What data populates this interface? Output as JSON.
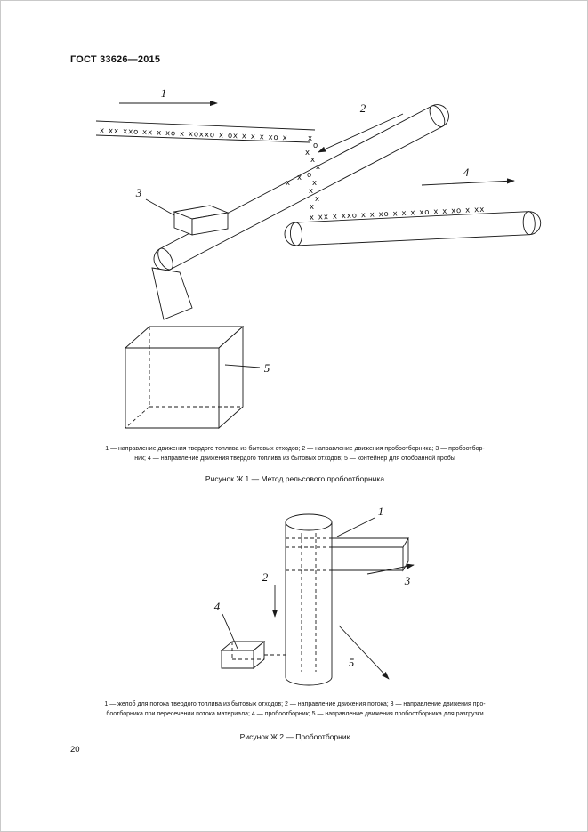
{
  "page": {
    "header": "ГОСТ 33626—2015",
    "number": "20"
  },
  "fig1": {
    "labels": {
      "n1": "1",
      "n2": "2",
      "n3": "3",
      "n4": "4",
      "n5": "5"
    },
    "material_top": "x xx xxo xx x xo x xoxxo x ox x x x xo x",
    "material_right": "x xx x xxo x x xo x x x xo x x xo x xx",
    "gx": "x",
    "go": "o",
    "caption1": "1 — направление движения твердого топлива из бытовых отходов; 2 — направление движения пробоотборника; 3 — пробоотбор-",
    "caption2": "ник; 4 — направление движения твердого топлива из бытовых отходов; 5 — контейнер для отобранной пробы",
    "title": "Рисунок Ж.1 — Метод рельсового пробоотборника"
  },
  "fig2": {
    "labels": {
      "n1": "1",
      "n2": "2",
      "n3": "3",
      "n4": "4",
      "n5": "5"
    },
    "caption1": "1 — желоб для потока твердого топлива из бытовых отходов; 2 — направление движения потока; 3 — направление движения про-",
    "caption2": "боотборника при пересечении потока материала; 4 — пробоотборник; 5 — направление движения пробоотборника для разгрузки",
    "title": "Рисунок Ж.2 — Пробоотборник"
  }
}
